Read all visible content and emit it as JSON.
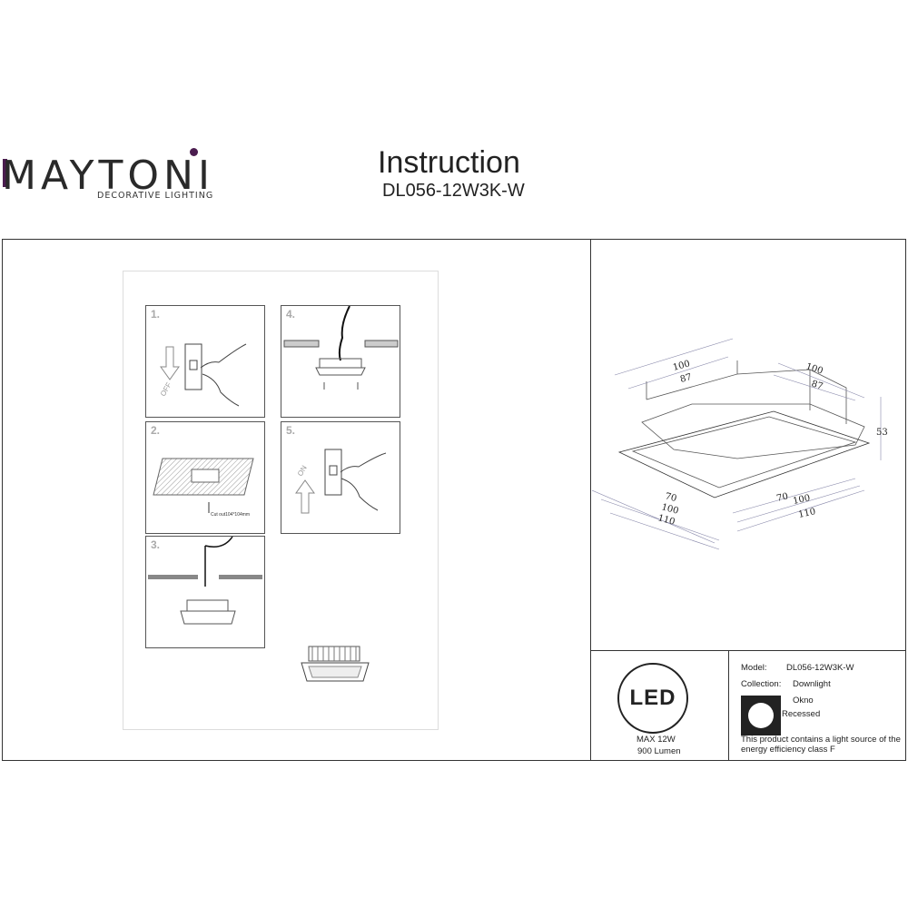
{
  "header": {
    "brand": "MAYTONI",
    "brand_tagline": "DECORATIVE LIGHTING",
    "title": "Instruction",
    "model_code": "DL056-12W3K-W",
    "brand_accent": "#4b1d4f"
  },
  "steps": [
    {
      "number": "1.",
      "switch_label": "OFF"
    },
    {
      "number": "2.",
      "note": "Cut out104*104mm"
    },
    {
      "number": "3."
    },
    {
      "number": "4."
    },
    {
      "number": "5.",
      "switch_label": "ON"
    }
  ],
  "dimensions": {
    "left_outer_top": "100",
    "left_inner_top": "87",
    "right_outer_top": "100",
    "right_inner_top": "87",
    "height": "53",
    "left_bottom": [
      "70",
      "100",
      "110"
    ],
    "right_bottom": [
      "70",
      "100",
      "110"
    ]
  },
  "specs": {
    "led_badge": "LED",
    "max_power": "MAX 12W",
    "lumen": "900 Lumen",
    "model_label": "Model:",
    "model_value": "DL056-12W3K-W",
    "collection_label": "Collection:",
    "collection_value": "Downlight",
    "series": "Okno",
    "mount_type": "Recessed",
    "energy_note": "This product contains a light source of the energy efficiency class F"
  }
}
